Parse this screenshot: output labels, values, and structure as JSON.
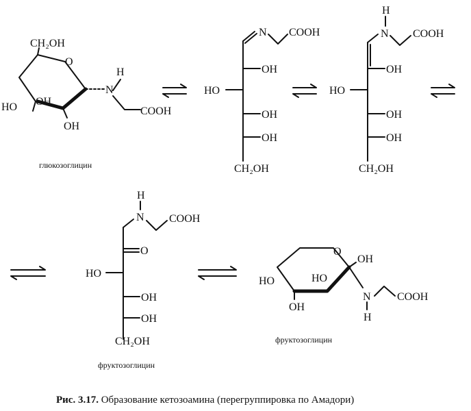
{
  "labels": {
    "ch2oh": "CH₂OH",
    "oh": "OH",
    "ho": "HO",
    "h": "H",
    "n": "N",
    "cooh": "COOH",
    "o": "O"
  },
  "names": {
    "glucosylglycine": "глюкозоглицин",
    "fructosylglycine_open": "фруктозоглицин",
    "fructosylglycine_ring": "фруктозоглицин"
  },
  "caption": {
    "number": "Рис. 3.17.",
    "text": " Образование кетозоамина (перегруппировка по Амадори)"
  }
}
